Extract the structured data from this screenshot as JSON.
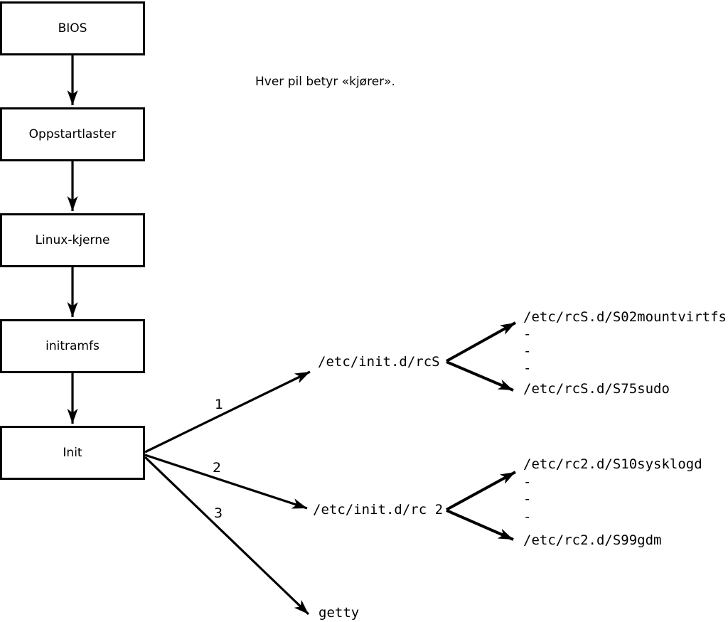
{
  "colors": {
    "ink": "#000000",
    "paper": "#ffffff"
  },
  "caption": "Hver pil betyr «kjører».",
  "boot_chain": [
    {
      "label": "BIOS"
    },
    {
      "label": "Oppstartlaster"
    },
    {
      "label": "Linux-kjerne"
    },
    {
      "label": "initramfs"
    },
    {
      "label": "Init"
    }
  ],
  "branches": [
    {
      "number": "1",
      "target": "/etc/init.d/rcS",
      "children": [
        "/etc/rcS.d/S02mountvirtfs",
        "-",
        "-",
        "-",
        "/etc/rcS.d/S75sudo"
      ]
    },
    {
      "number": "2",
      "target": "/etc/init.d/rc 2",
      "children": [
        "/etc/rc2.d/S10sysklogd",
        "-",
        "-",
        "-",
        "/etc/rc2.d/S99gdm"
      ]
    },
    {
      "number": "3",
      "target": "getty",
      "children": []
    }
  ]
}
